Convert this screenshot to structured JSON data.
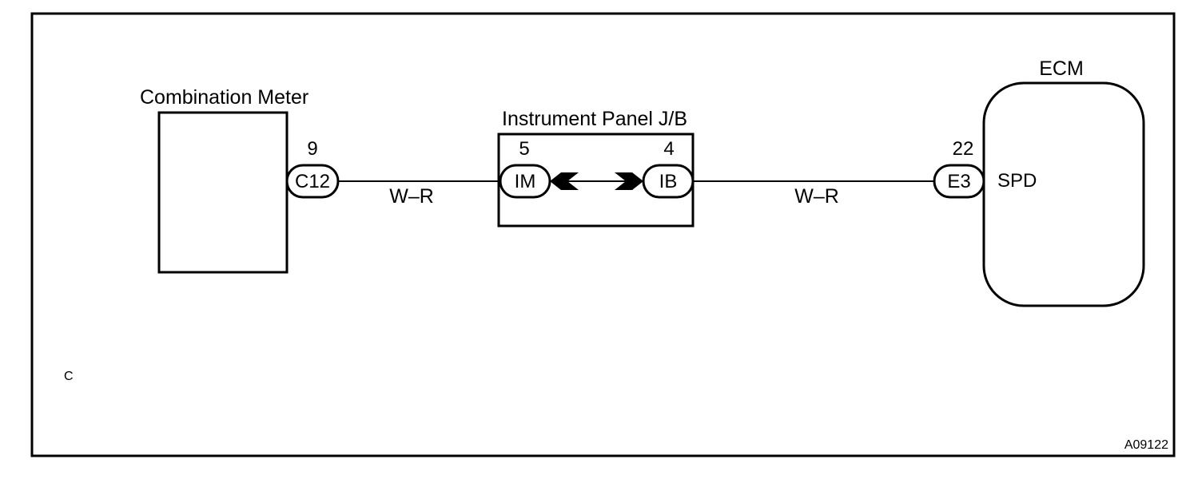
{
  "corner_label": "C",
  "figure_id": "A09122",
  "combination_meter": {
    "title": "Combination Meter",
    "pin_number": "9",
    "connector": "C12"
  },
  "junction_block": {
    "title": "Instrument Panel J/B",
    "left_pin_number": "5",
    "left_connector": "IM",
    "right_pin_number": "4",
    "right_connector": "IB"
  },
  "ecm": {
    "title": "ECM",
    "pin_number": "22",
    "connector": "E3",
    "terminal": "SPD"
  },
  "wires": [
    {
      "color_code": "W–R"
    },
    {
      "color_code": "W–R"
    }
  ]
}
